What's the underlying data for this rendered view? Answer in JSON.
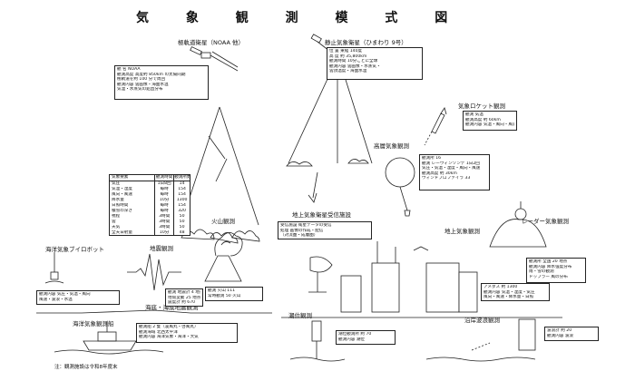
{
  "title": "気 象 観 測 模 式 図",
  "note": "注：観測施設は令和8年度末",
  "labels": {
    "polar_satellite": "極軌道衛星（NOAA 他）",
    "geo_satellite": "静止気象衛星（ひまわり 9号）",
    "rocket": "気象ロケット観測",
    "radiosonde": "高層気象観測",
    "ground_station": "地上気象観測",
    "radar": "レーダー気象観測",
    "volcano": "火山観測",
    "earthquake": "地震観測",
    "buoy": "海洋気象ブイロボット",
    "ship": "海洋気象観測船",
    "tide": "潮位観測",
    "wave": "沿岸波浪観測",
    "satellite_center": "地上気象衛星受信施設",
    "tsunami": "海底・海底地震観測"
  },
  "boxes": {
    "polar": [
      "観 名  NOAA",
      "観測高度  高度約 850km の太陽同期",
      "  極軌道を約 100 分で周回",
      "観測内容  雲画像・海面水温",
      "  気温・水蒸気の鉛直分布"
    ],
    "geo": [
      "位 置  東経 140度",
      "高 度  約 35,800km",
      "観測時間  10分ごとに全球",
      "観測内容  雲画像・水蒸気・",
      "  雲頂温度・海面水温"
    ],
    "rocket": [
      "観測  気温",
      "観測高度  約 60km",
      "観測内容  気温・風向・風速"
    ],
    "radiosonde": [
      "観測所  16",
      "観測  レーウィンゾンデ 1日2回",
      "  気圧・気温・湿度・風向・風速",
      "観測高度  約 30km",
      "ウィンドプロファイラ 33"
    ],
    "radar": [
      "観測所  全国 20 地点",
      "観測内容  降水強度分布",
      "  雨・雪の観測",
      "ドップラー  風の分布"
    ],
    "ground": [
      "アメダス  約 1300",
      "観測内容  気温・湿度・気圧",
      "  風向・風速・降水量・日照"
    ],
    "satellite_center": [
      "受信施設  衛星データの受信",
      "処理  画像の作成・配信",
      "（対流圏・成層圏）"
    ],
    "volcano": [
      "観測 火山  111",
      "常時観測  50 火山"
    ],
    "earthquake": [
      "観測 地震計 4 地点",
      "地殻変動 25 地点",
      "震度計 約 670"
    ],
    "ship": [
      "観測船  2 隻（凌風丸・啓風丸）",
      "観測海域  北西太平洋",
      "観測内容  海洋気象・海洋・大気"
    ],
    "buoy": [
      "観測内容  気圧・気温・風向",
      "  風速・波浪・水温"
    ],
    "tide": [
      "潮位観測所  約 70",
      "観測内容  潮位"
    ],
    "wave": [
      "波浪計  約 20",
      "観測内容  波浪"
    ]
  },
  "elements_table": {
    "headers": [
      "気象要素",
      "観測時間",
      "観測所数"
    ],
    "rows": [
      [
        "気圧",
        "1日8回",
        "14"
      ],
      [
        "気温・湿度",
        "毎時",
        "154"
      ],
      [
        "風向・風速",
        "毎時",
        "154"
      ],
      [
        "降水量",
        "10分",
        "1300"
      ],
      [
        "日照時間",
        "毎時",
        "154"
      ],
      [
        "積雪の深さ",
        "毎時",
        "320"
      ],
      [
        "視程",
        "3時間",
        "50"
      ],
      [
        "雲",
        "3時間",
        "50"
      ],
      [
        "天気",
        "3時間",
        "50"
      ],
      [
        "全天日射量",
        "10分",
        "48"
      ]
    ]
  },
  "colors": {
    "line": "#222222",
    "ink": "#111111",
    "bg": "#ffffff"
  }
}
